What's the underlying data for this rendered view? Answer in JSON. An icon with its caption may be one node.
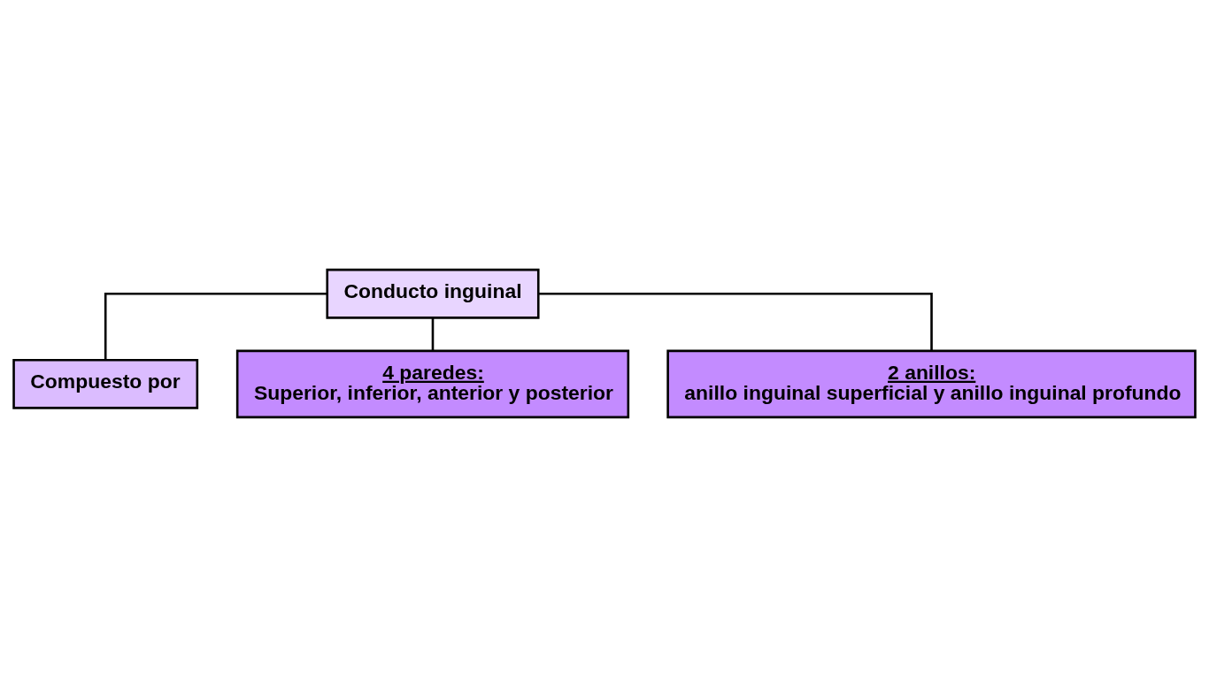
{
  "diagram": {
    "nodes": [
      {
        "text": [
          "Conducto inguinal"
        ]
      },
      {
        "text": [
          "Compuesto por"
        ]
      },
      {
        "text": [
          "4 paredes:",
          "Superior, inferior, anterior y posterior"
        ]
      },
      {
        "text": [
          "2 anillos:",
          "anillo inguinal superficial y anillo inguinal profundo"
        ]
      }
    ],
    "edges": [
      {
        "from": 0,
        "to": 1,
        "arrow": "none"
      },
      {
        "from": 0,
        "to": 2,
        "arrow": "none"
      },
      {
        "from": 0,
        "to": 3,
        "arrow": "none"
      }
    ]
  }
}
